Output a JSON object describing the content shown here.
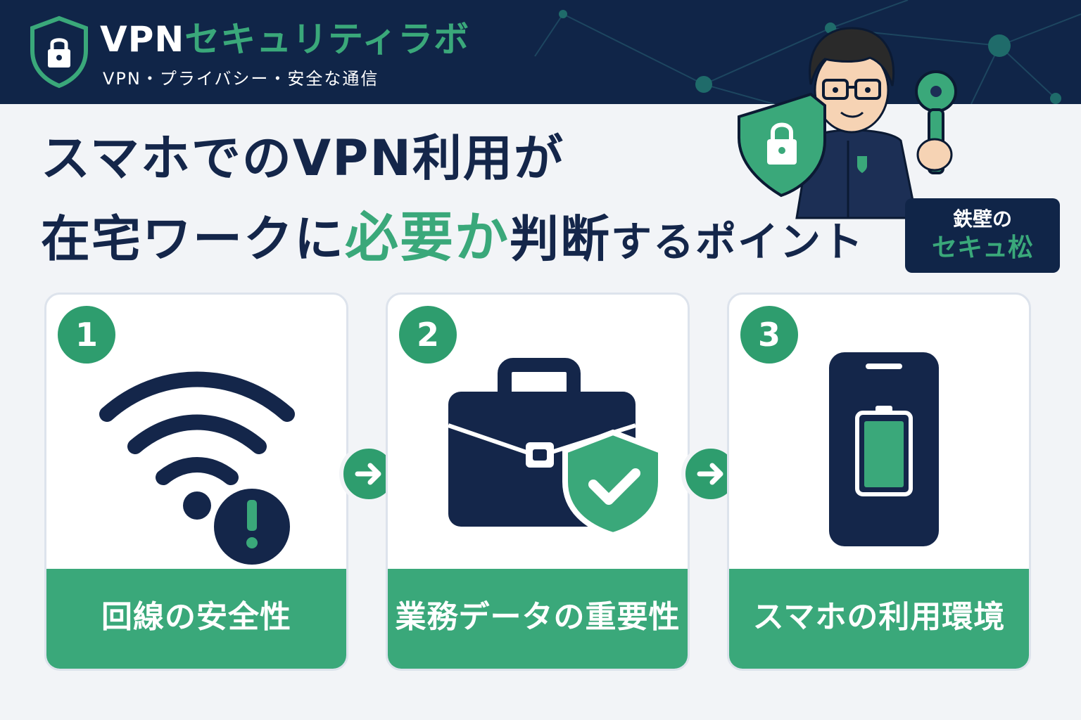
{
  "header": {
    "brand_prefix": "VPN",
    "brand_suffix": "セキュリティラボ",
    "tagline": "VPN・プライバシー・安全な通信",
    "icon": "lock-shield-icon"
  },
  "title": {
    "line1": "スマホでのVPN利用が",
    "line2_a": "在宅ワークに",
    "line2_highlight": "必要か",
    "line2_b": "判断",
    "line2_c": "するポイント"
  },
  "character": {
    "name_line1": "鉄壁の",
    "name_line2": "セキュ松"
  },
  "cards": [
    {
      "number": "1",
      "label": "回線の安全性",
      "icon": "wifi-warning-icon"
    },
    {
      "number": "2",
      "label": "業務データの重要性",
      "icon": "briefcase-shield-icon"
    },
    {
      "number": "3",
      "label": "スマホの利用環境",
      "icon": "smartphone-battery-icon"
    }
  ],
  "colors": {
    "navy": "#102548",
    "green": "#3aa87a",
    "green_dark": "#2e9d6e",
    "background": "#f2f4f7"
  }
}
